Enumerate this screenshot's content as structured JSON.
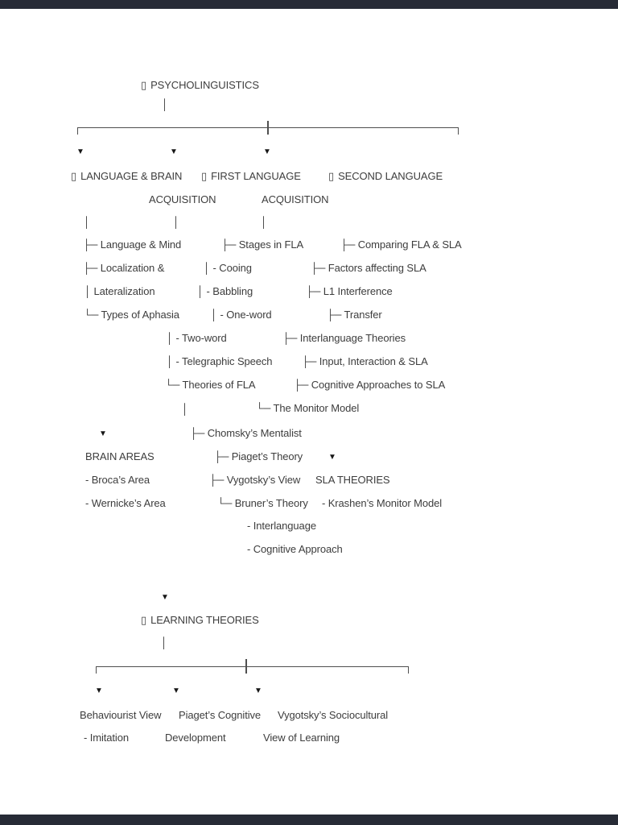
{
  "colors": {
    "page_bg": "#ffffff",
    "text": "#3d3d3d",
    "line": "#4f4f4f",
    "viewer_bar": "#272b36"
  },
  "glyphs": {
    "missing_char": "▯",
    "arrow_down": "▼",
    "pipe": "│"
  },
  "tree": {
    "root": "PSYCHOLINGUISTICS",
    "l1": [
      "LANGUAGE & BRAIN",
      "FIRST LANGUAGE",
      "SECOND LANGUAGE"
    ],
    "l1b": [
      "ACQUISITION",
      "ACQUISITION"
    ],
    "col1": [
      "├─ Language & Mind",
      "├─ Localization &",
      "│ Lateralization",
      "└─ Types of Aphasia"
    ],
    "col2": [
      "├─ Stages in FLA",
      "│ - Cooing",
      "│ - Babbling",
      "│ - One-word",
      "│ - Two-word",
      "│ - Telegraphic Speech",
      "└─ Theories of FLA",
      "├─ Chomsky’s Mentalist",
      "├─ Piaget’s Theory",
      "├─ Vygotsky’s View",
      "└─ Bruner’s Theory"
    ],
    "col3": [
      "├─ Comparing FLA & SLA",
      "├─ Factors affecting SLA",
      "├─ L1 Interference",
      "├─ Transfer",
      "├─ Interlanguage Theories",
      "├─ Input, Interaction & SLA",
      "├─ Cognitive Approaches to SLA",
      "└─ The Monitor Model"
    ],
    "brain": {
      "title": "BRAIN AREAS",
      "items": [
        "- Broca’s Area",
        "- Wernicke’s Area"
      ]
    },
    "sla": {
      "title": "SLA THEORIES",
      "items": [
        "- Krashen’s Monitor Model",
        "- Interlanguage",
        "- Cognitive Approach"
      ]
    },
    "learning": {
      "root": "LEARNING THEORIES",
      "children": [
        "Behaviourist View",
        "Piaget’s Cognitive",
        "Vygotsky’s Sociocultural"
      ],
      "children2": [
        "- Imitation",
        "Development",
        "View of Learning"
      ]
    }
  }
}
